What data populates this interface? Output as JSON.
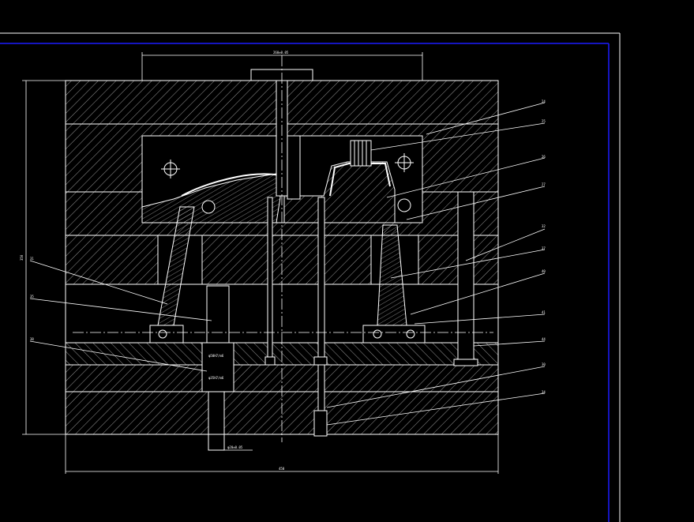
{
  "colors": {
    "background": "#000000",
    "line": "#ffffff",
    "border_blue": "#1c1cff",
    "hatch": "#d8d8d8"
  },
  "dimensions": {
    "top_width": "260±0.05",
    "overall_width": "450",
    "overall_height": "350",
    "bottom_small": "φ20±0.05",
    "bore_upper": "φ50H7/m6",
    "bore_lower": "φ35H7/m6"
  },
  "callouts": {
    "right": [
      "24",
      "25",
      "26",
      "27",
      "32",
      "37",
      "40",
      "41",
      "44",
      "30",
      "34"
    ],
    "left": [
      "31",
      "35",
      "38"
    ]
  }
}
